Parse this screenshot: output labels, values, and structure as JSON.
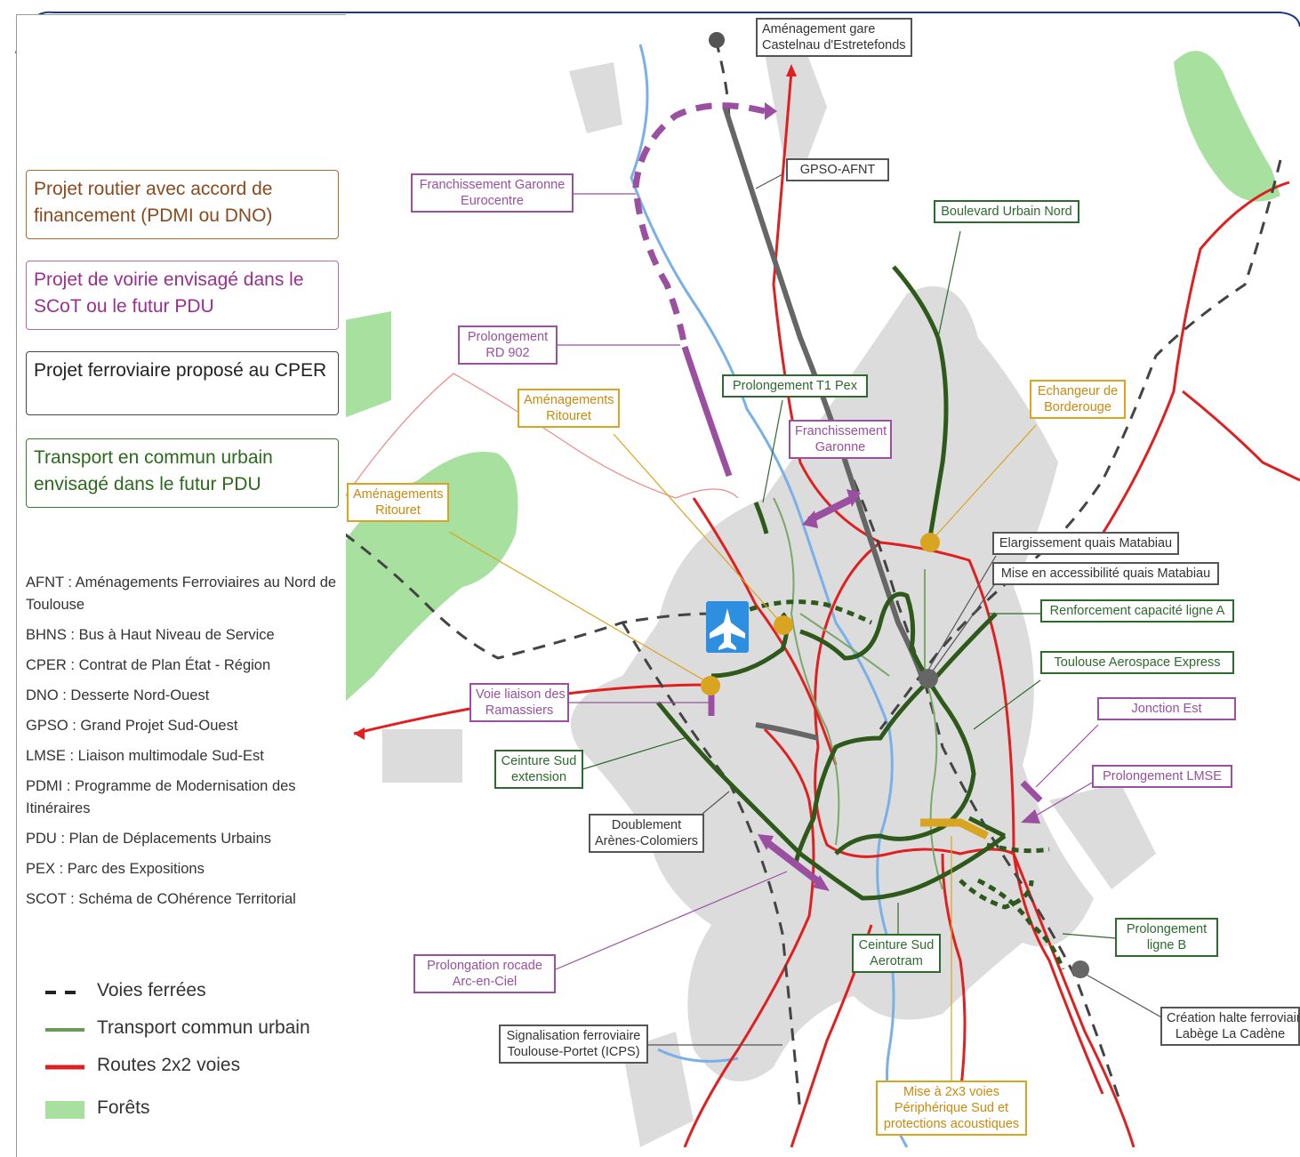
{
  "legend": {
    "categories": [
      {
        "id": "road-funded",
        "text": "Projet routier avec accord de financement (PDMI ou DNO)",
        "color": "#8a4a1e"
      },
      {
        "id": "road-planned",
        "text": "Projet de voirie envisagé dans le SCoT ou le futur PDU",
        "color": "#9a2f8f"
      },
      {
        "id": "rail",
        "text": "Projet ferroviaire proposé au CPER",
        "color": "#222222"
      },
      {
        "id": "transit",
        "text": "Transport en commun urbain envisagé dans le futur PDU",
        "color": "#2a6a1a"
      }
    ],
    "abbreviations": [
      "AFNT : Aménagements Ferroviaires au Nord de Toulouse",
      "BHNS : Bus à Haut Niveau de Service",
      "CPER : Contrat de Plan État - Région",
      "DNO : Desserte Nord-Ouest",
      "GPSO : Grand Projet Sud-Ouest",
      "LMSE : Liaison multimodale Sud-Est",
      "PDMI : Programme de Modernisation des Itinéraires",
      "PDU : Plan de Déplacements Urbains",
      "PEX : Parc des Expositions",
      "SCOT : Schéma de COhérence Territorial"
    ],
    "key": [
      {
        "id": "rail",
        "text": "Voies ferrées"
      },
      {
        "id": "transit",
        "text": "Transport commun urbain"
      },
      {
        "id": "roads",
        "text": "Routes 2x2 voies"
      },
      {
        "id": "forest",
        "text": "Forêts"
      }
    ]
  },
  "labels": [
    {
      "id": "castelnau",
      "text": "Aménagement gare\nCastelnau d'Estretefonds",
      "cls": "k"
    },
    {
      "id": "gpso-afnt",
      "text": "GPSO-AFNT",
      "cls": "k"
    },
    {
      "id": "franch-eurocentre",
      "text": "Franchissement Garonne\nEurocentre",
      "cls": "p"
    },
    {
      "id": "boulevard-nord",
      "text": "Boulevard Urbain Nord",
      "cls": "g"
    },
    {
      "id": "prolong-rd902",
      "text": "Prolongement\nRD 902",
      "cls": "p"
    },
    {
      "id": "prolong-t1",
      "text": "Prolongement T1 Pex",
      "cls": "g"
    },
    {
      "id": "amenag-ritouret-1",
      "text": "Aménagements\nRitouret",
      "cls": "o"
    },
    {
      "id": "echangeur",
      "text": "Echangeur de\nBorderouge",
      "cls": "o"
    },
    {
      "id": "franch-garonne",
      "text": "Franchissement\nGaronne",
      "cls": "p"
    },
    {
      "id": "amenag-ritouret-2",
      "text": "Aménagements\nRitouret",
      "cls": "o"
    },
    {
      "id": "elarg-matabiau",
      "text": "Elargissement quais Matabiau",
      "cls": "k"
    },
    {
      "id": "access-matabiau",
      "text": "Mise en accessibilité quais Matabiau",
      "cls": "k"
    },
    {
      "id": "renfort-a",
      "text": "Renforcement capacité ligne A",
      "cls": "g"
    },
    {
      "id": "tae",
      "text": "Toulouse Aerospace Express",
      "cls": "g"
    },
    {
      "id": "voie-ramassiers",
      "text": "Voie liaison des\nRamassiers",
      "cls": "p"
    },
    {
      "id": "jonction-est",
      "text": "Jonction Est",
      "cls": "p"
    },
    {
      "id": "ceinture-ext",
      "text": "Ceinture Sud\nextension",
      "cls": "g"
    },
    {
      "id": "prolong-lmse",
      "text": "Prolongement LMSE",
      "cls": "p"
    },
    {
      "id": "doublement",
      "text": "Doublement\nArènes-Colomiers",
      "cls": "k"
    },
    {
      "id": "prolong-b",
      "text": "Prolongement\nligne B",
      "cls": "g"
    },
    {
      "id": "ceinture-aerotram",
      "text": "Ceinture Sud\nAerotram",
      "cls": "g"
    },
    {
      "id": "rocade",
      "text": "Prolongation rocade\nArc-en-Ciel",
      "cls": "p"
    },
    {
      "id": "halte-labege",
      "text": "Création halte ferroviaire\nLabège La Cadène",
      "cls": "k"
    },
    {
      "id": "signalisation",
      "text": "Signalisation ferroviaire\nToulouse-Portet (ICPS)",
      "cls": "k"
    },
    {
      "id": "periph-sud",
      "text": "Mise à 2x3 voies\nPériphérique Sud et\nprotections acoustiques",
      "cls": "o"
    }
  ],
  "colors": {
    "roads": "#e02020",
    "rail": "#555555",
    "transit": "#2d5a1a",
    "transit-light": "#7aa86a",
    "planned": "#9a4fa0",
    "funded": "#d9a520",
    "forest": "#a8e0a0",
    "urban": "#dcdcdc",
    "water": "#7ab0e8"
  },
  "icons": [
    "airport-icon"
  ]
}
